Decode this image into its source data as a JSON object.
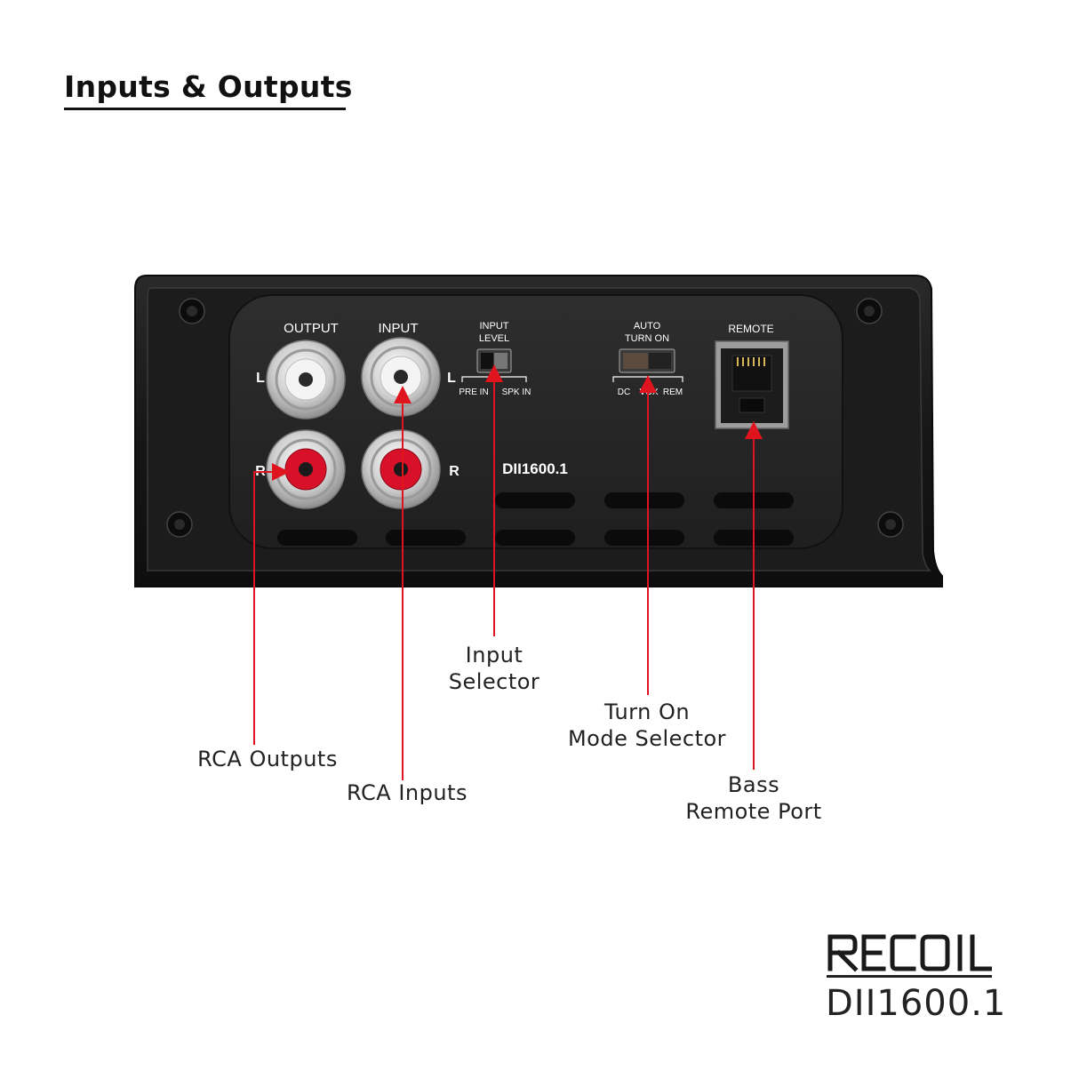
{
  "header": {
    "title": "Inputs & Outputs"
  },
  "panel": {
    "output_label": "OUTPUT",
    "input_label": "INPUT",
    "left_mark_out": "L",
    "left_mark_in": "L",
    "right_mark_out": "R",
    "right_mark_in": "R",
    "input_level_line1": "INPUT",
    "input_level_line2": "LEVEL",
    "pre_in": "PRE IN",
    "spk_in": "SPK IN",
    "auto_line1": "AUTO",
    "auto_line2": "TURN ON",
    "dc": "DC",
    "vox": "VOX",
    "rem": "REM",
    "remote": "REMOTE",
    "model": "DII1600.1"
  },
  "callouts": {
    "input_selector_1": "Input",
    "input_selector_2": "Selector",
    "turn_on_1": "Turn On",
    "turn_on_2": "Mode Selector",
    "rca_outputs": "RCA Outputs",
    "rca_inputs": "RCA Inputs",
    "bass_remote_1": "Bass",
    "bass_remote_2": "Remote Port"
  },
  "brand": {
    "logo_text": "RECOIL",
    "model": "DII1600.1"
  },
  "colors": {
    "accent": "#e0141e",
    "chassis": "#1b1b1b",
    "panel": "#262626",
    "rca_red": "#d8102a"
  }
}
